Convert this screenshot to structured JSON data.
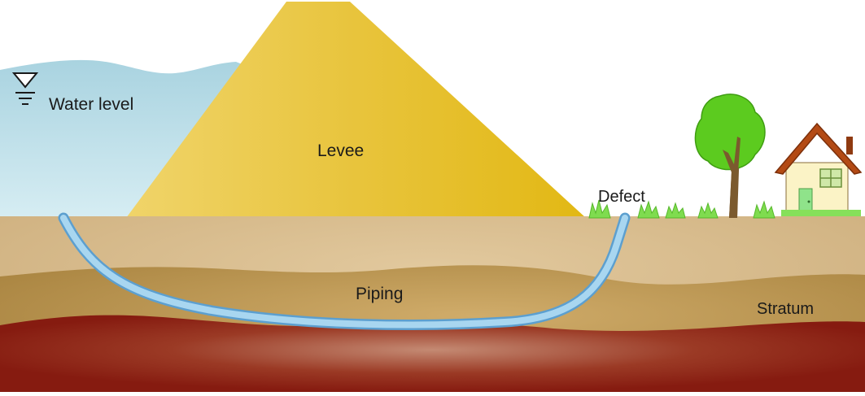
{
  "labels": {
    "water_level": "Water level",
    "levee": "Levee",
    "defect": "Defect",
    "piping": "Piping",
    "stratum": "Stratum"
  },
  "colors": {
    "water": "#bfe0ea",
    "levee_light": "#f1d86a",
    "levee_dark": "#e4bd1d",
    "topsoil": "#d7b98a",
    "subsoil": "#b8934e",
    "bedrock": "#8e1f12",
    "pipe": "#8ec3e6",
    "grass": "#7fdc4f",
    "tree_leaves": "#5ccb1f",
    "house_roof": "#b34a14",
    "house_wall": "#fbf3c6",
    "house_door": "#8fe38a"
  },
  "icons": [
    "water-level-symbol",
    "tree-icon",
    "house-icon",
    "grass-tuft-icon"
  ]
}
